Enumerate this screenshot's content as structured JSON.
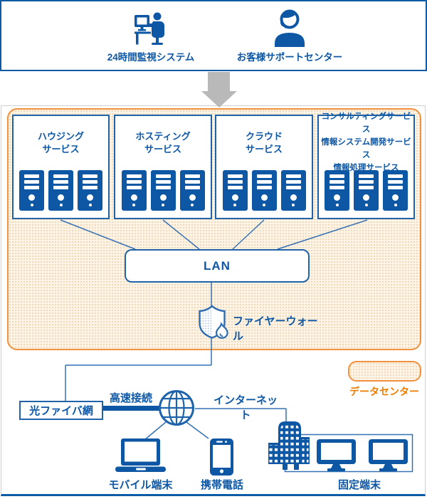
{
  "colors": {
    "primary_blue": "#0d57a5",
    "box_border_blue": "#2063a8",
    "connector_blue": "#3571b3",
    "top_border_blue": "#0d5aa7",
    "orange_border": "#f2913d",
    "orange_text": "#ee7c00",
    "arrow_gray": "#b9b9b9",
    "frame_gray": "#cfcfcf"
  },
  "top_panel": {
    "monitoring": {
      "icon": "operator-desk-icon",
      "label": "24時間監視システム"
    },
    "support": {
      "icon": "headset-person-icon",
      "label": "お客様サポートセンター"
    }
  },
  "datacenter": {
    "legend_label": "データセンター",
    "lan_label": "LAN",
    "firewall_label": "ファイヤーウォール",
    "firewall_icon": "shield-flame-icon",
    "services": [
      {
        "lines": [
          "ハウジング",
          "サービス"
        ],
        "server_count": 3
      },
      {
        "lines": [
          "ホスティング",
          "サービス"
        ],
        "server_count": 3
      },
      {
        "lines": [
          "クラウド",
          "サービス"
        ],
        "server_count": 3
      },
      {
        "lines": [
          "コンサルティングサービス",
          "情報システム開発サービス",
          "情報処理サービス"
        ],
        "server_count": 3
      }
    ]
  },
  "network": {
    "fiber_label": "光ファイバ網",
    "speed_label": "高速接続",
    "internet_label": "インターネット",
    "internet_icon": "globe-icon",
    "mobile_label": "モバイル端末",
    "mobile_icon": "laptop-icon",
    "phone_label": "携帯電話",
    "phone_icon": "smartphone-icon",
    "fixed_label": "固定端末",
    "fixed_icons": [
      "office-building-icon",
      "monitor-icon",
      "monitor-icon"
    ]
  }
}
